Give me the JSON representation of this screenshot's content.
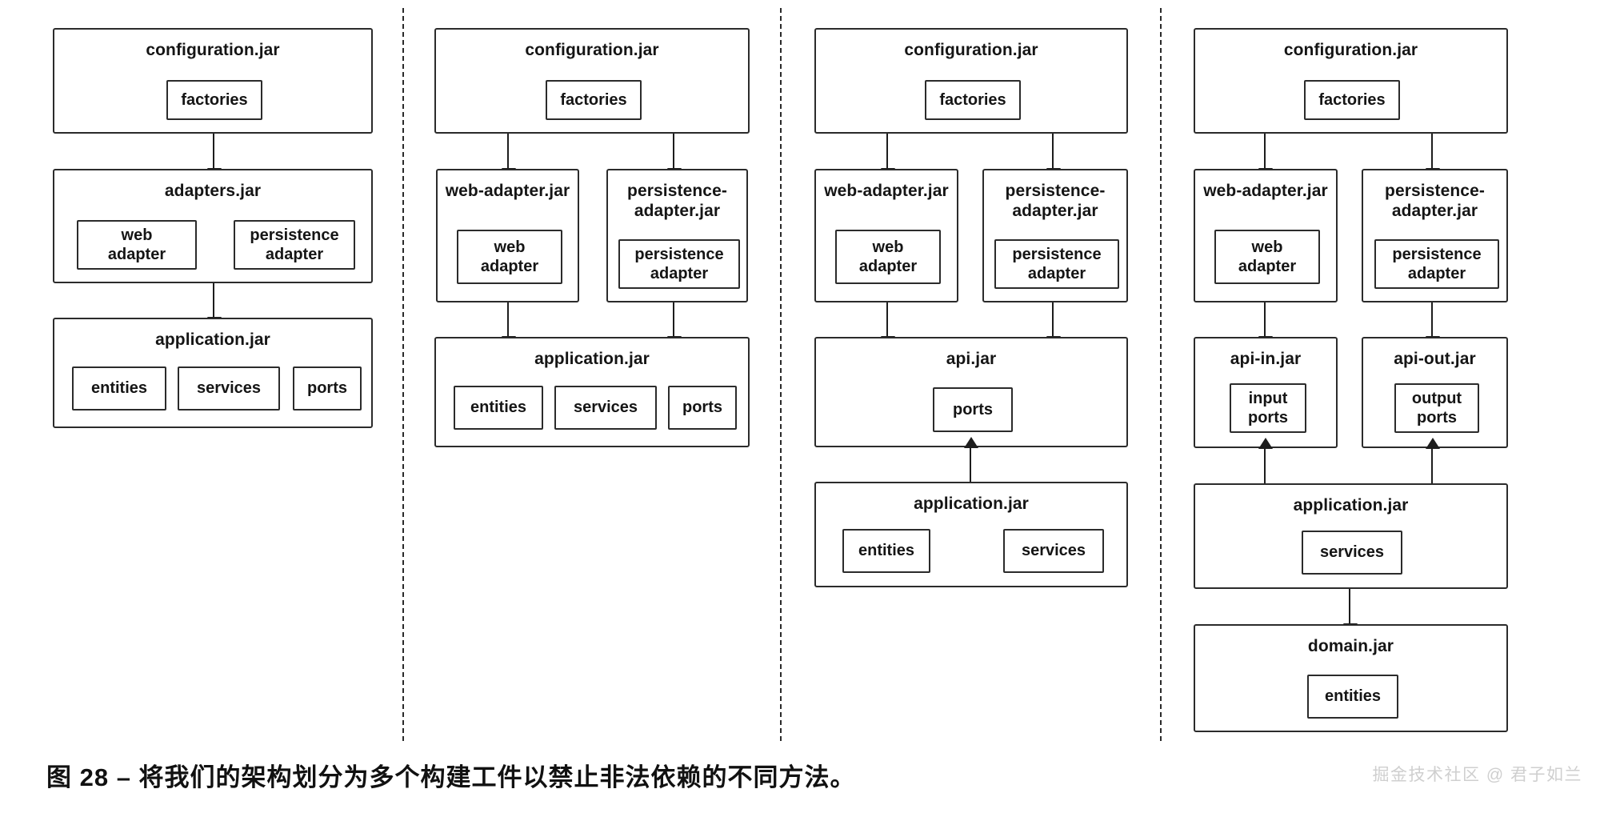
{
  "figure": {
    "caption": "图 28 – 将我们的架构划分为多个构建工件以禁止非法依赖的不同方法。",
    "watermark": "掘金技术社区 @ 君子如兰",
    "stroke_color": "#2b2b2b",
    "background_color": "#ffffff",
    "watermark_color": "#cfcfcf",
    "divider_count": 3
  },
  "columns": [
    {
      "id": "approach-1",
      "jars": [
        {
          "name": "configuration.jar",
          "components": [
            {
              "label": "factories"
            }
          ]
        },
        {
          "name": "adapters.jar",
          "components": [
            {
              "label": "web\nadapter"
            },
            {
              "label": "persistence\nadapter"
            }
          ]
        },
        {
          "name": "application.jar",
          "components": [
            {
              "label": "entities"
            },
            {
              "label": "services"
            },
            {
              "label": "ports"
            }
          ]
        }
      ],
      "arrows": [
        {
          "from": "configuration.jar",
          "to": "adapters.jar",
          "direction": "down"
        },
        {
          "from": "adapters.jar",
          "to": "application.jar",
          "direction": "down"
        }
      ]
    },
    {
      "id": "approach-2",
      "jars": [
        {
          "name": "configuration.jar",
          "components": [
            {
              "label": "factories"
            }
          ]
        },
        {
          "name": "web-adapter.jar",
          "components": [
            {
              "label": "web\nadapter"
            }
          ]
        },
        {
          "name": "persistence-\nadapter.jar",
          "components": [
            {
              "label": "persistence\nadapter"
            }
          ]
        },
        {
          "name": "application.jar",
          "components": [
            {
              "label": "entities"
            },
            {
              "label": "services"
            },
            {
              "label": "ports"
            }
          ]
        }
      ],
      "arrows": [
        {
          "from": "configuration.jar",
          "to": "web-adapter.jar",
          "direction": "down"
        },
        {
          "from": "configuration.jar",
          "to": "persistence-adapter.jar",
          "direction": "down"
        },
        {
          "from": "web-adapter.jar",
          "to": "application.jar",
          "direction": "down"
        },
        {
          "from": "persistence-adapter.jar",
          "to": "application.jar",
          "direction": "down"
        }
      ]
    },
    {
      "id": "approach-3",
      "jars": [
        {
          "name": "configuration.jar",
          "components": [
            {
              "label": "factories"
            }
          ]
        },
        {
          "name": "web-adapter.jar",
          "components": [
            {
              "label": "web\nadapter"
            }
          ]
        },
        {
          "name": "persistence-\nadapter.jar",
          "components": [
            {
              "label": "persistence\nadapter"
            }
          ]
        },
        {
          "name": "api.jar",
          "components": [
            {
              "label": "ports"
            }
          ]
        },
        {
          "name": "application.jar",
          "components": [
            {
              "label": "entities"
            },
            {
              "label": "services"
            }
          ]
        }
      ],
      "arrows": [
        {
          "from": "configuration.jar",
          "to": "web-adapter.jar",
          "direction": "down"
        },
        {
          "from": "configuration.jar",
          "to": "persistence-adapter.jar",
          "direction": "down"
        },
        {
          "from": "web-adapter.jar",
          "to": "api.jar",
          "direction": "down"
        },
        {
          "from": "persistence-adapter.jar",
          "to": "api.jar",
          "direction": "down"
        },
        {
          "from": "application.jar",
          "to": "api.jar",
          "direction": "up"
        }
      ]
    },
    {
      "id": "approach-4",
      "jars": [
        {
          "name": "configuration.jar",
          "components": [
            {
              "label": "factories"
            }
          ]
        },
        {
          "name": "web-adapter.jar",
          "components": [
            {
              "label": "web\nadapter"
            }
          ]
        },
        {
          "name": "persistence-\nadapter.jar",
          "components": [
            {
              "label": "persistence\nadapter"
            }
          ]
        },
        {
          "name": "api-in.jar",
          "components": [
            {
              "label": "input\nports"
            }
          ]
        },
        {
          "name": "api-out.jar",
          "components": [
            {
              "label": "output\nports"
            }
          ]
        },
        {
          "name": "application.jar",
          "components": [
            {
              "label": "services"
            }
          ]
        },
        {
          "name": "domain.jar",
          "components": [
            {
              "label": "entities"
            }
          ]
        }
      ],
      "arrows": [
        {
          "from": "configuration.jar",
          "to": "web-adapter.jar",
          "direction": "down"
        },
        {
          "from": "configuration.jar",
          "to": "persistence-adapter.jar",
          "direction": "down"
        },
        {
          "from": "web-adapter.jar",
          "to": "api-in.jar",
          "direction": "down"
        },
        {
          "from": "persistence-adapter.jar",
          "to": "api-out.jar",
          "direction": "down"
        },
        {
          "from": "application.jar",
          "to": "api-in.jar",
          "direction": "up"
        },
        {
          "from": "application.jar",
          "to": "api-out.jar",
          "direction": "up"
        },
        {
          "from": "application.jar",
          "to": "domain.jar",
          "direction": "down"
        }
      ]
    }
  ]
}
